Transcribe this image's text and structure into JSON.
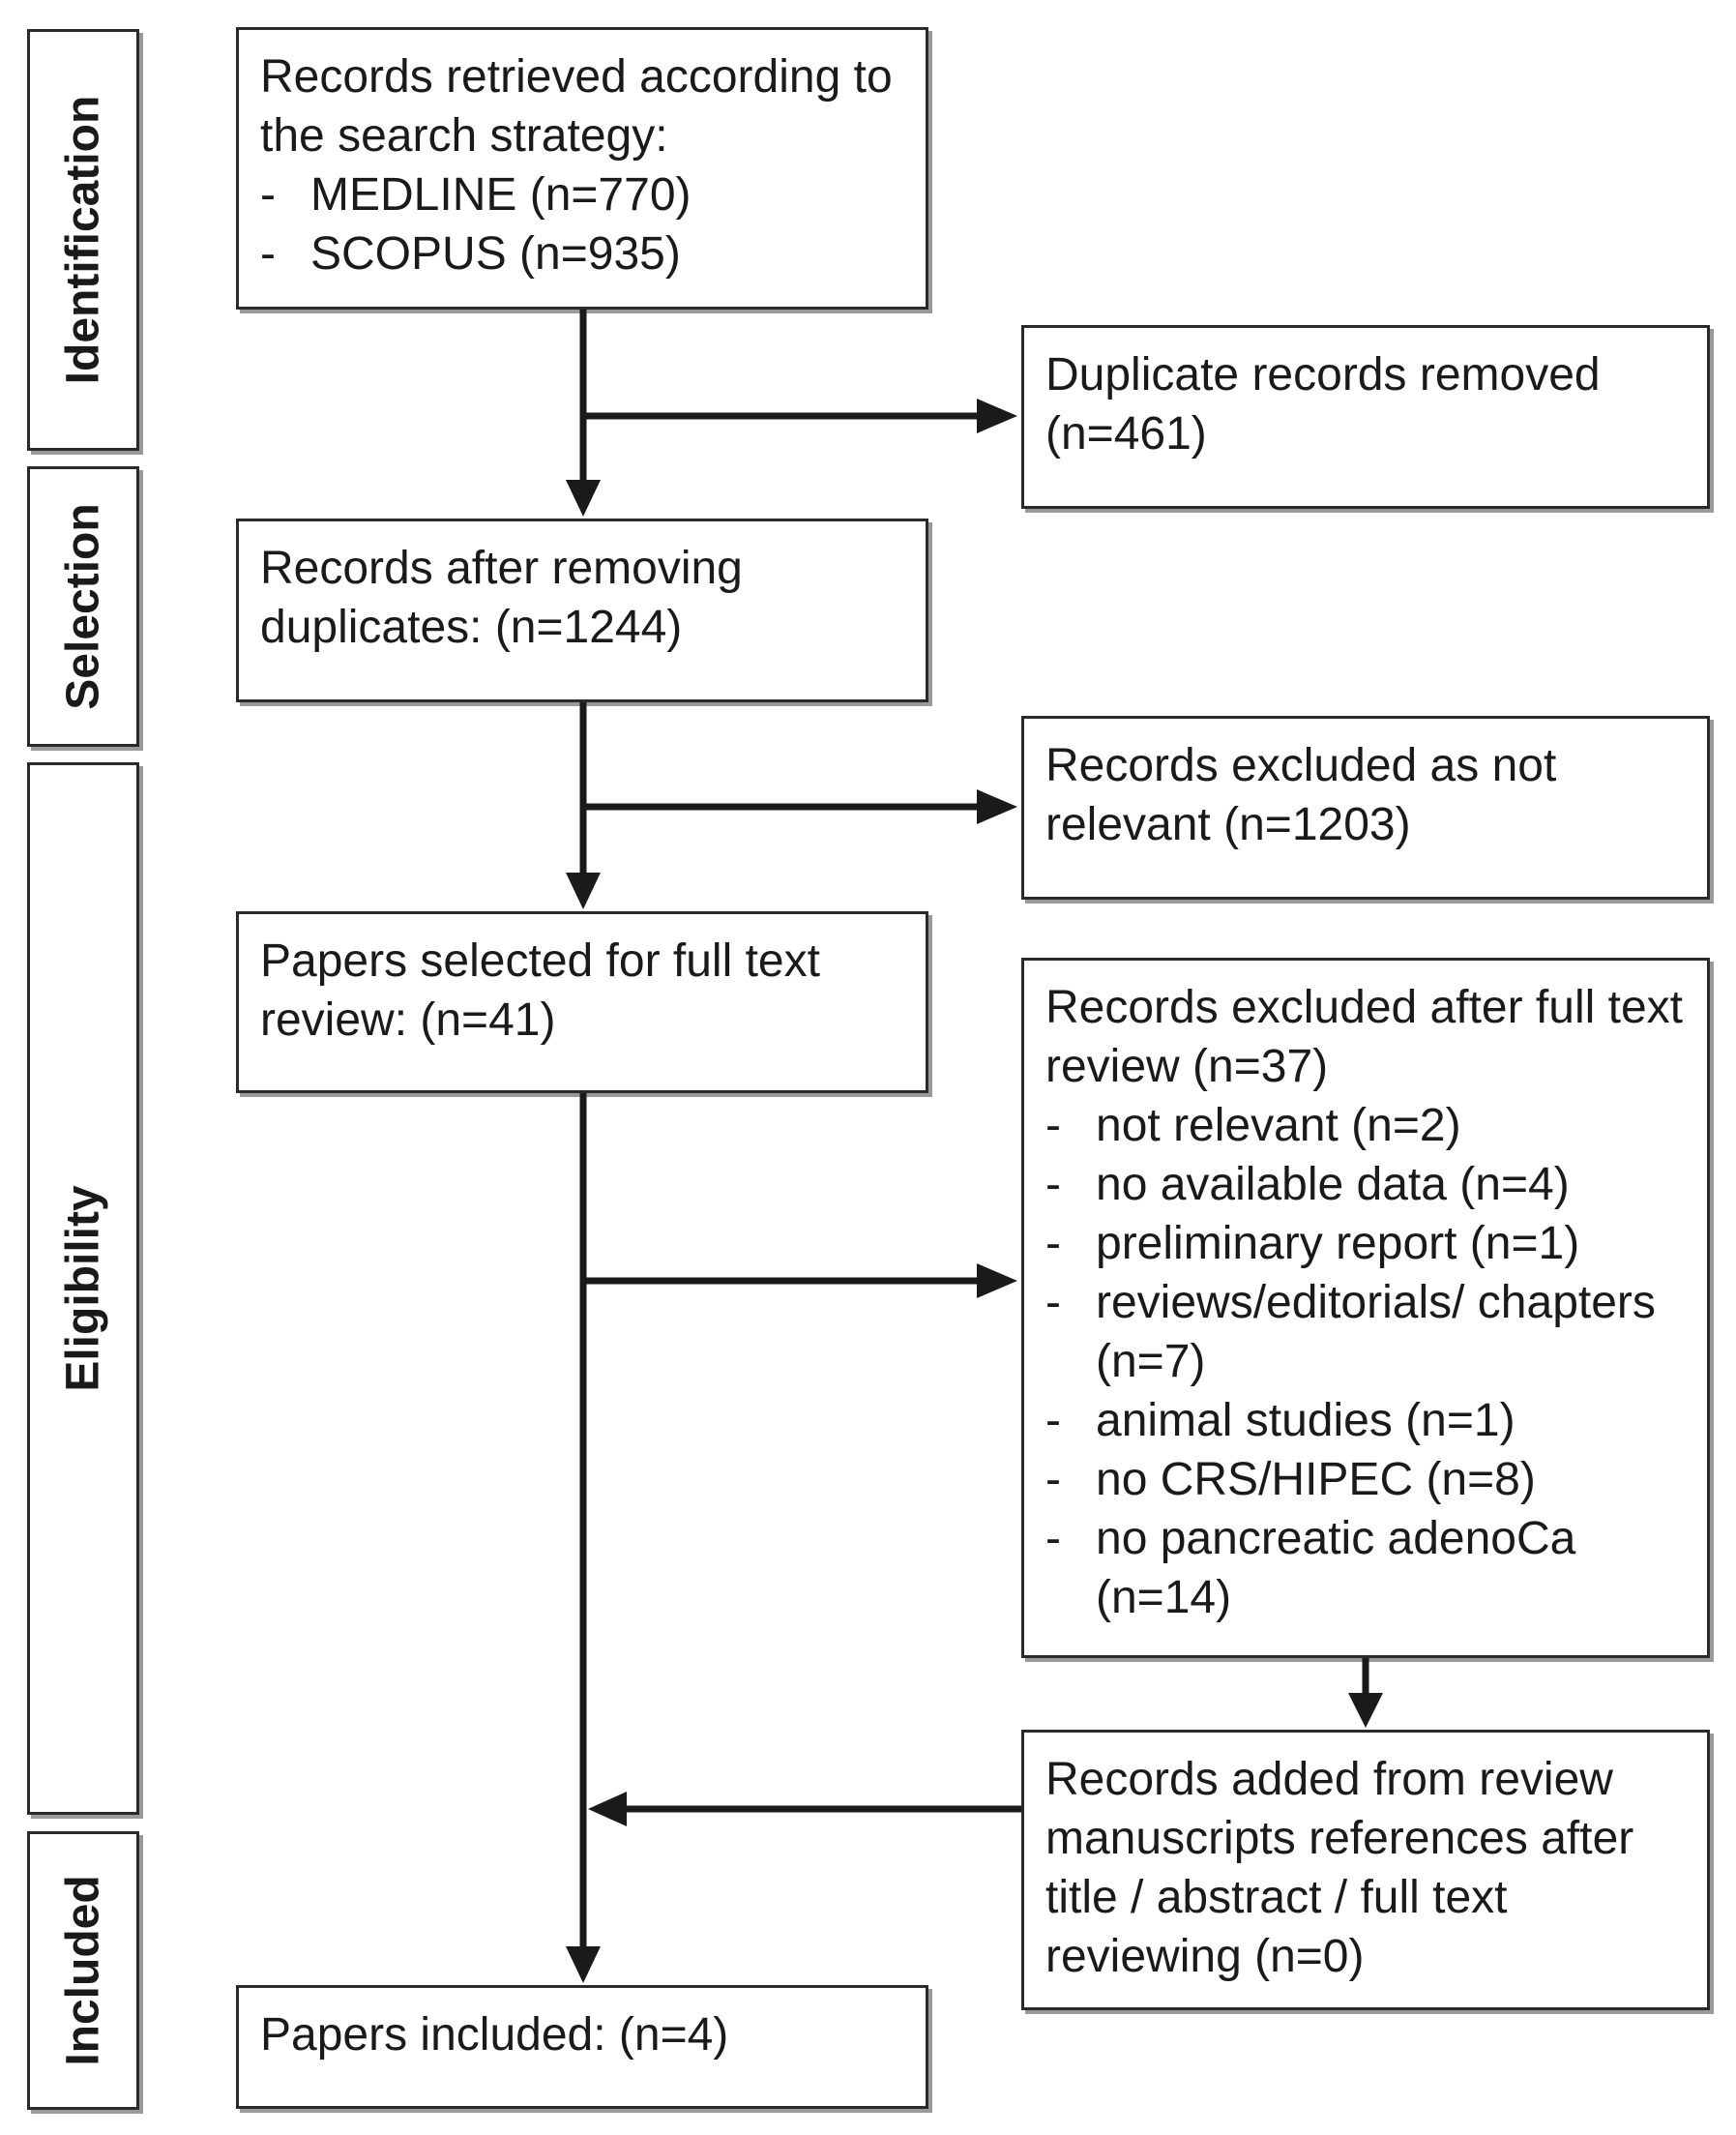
{
  "phases": {
    "identification": "Identification",
    "selection": "Selection",
    "eligibility": "Eligibility",
    "included": "Included"
  },
  "boxes": {
    "retrieved": {
      "text": "Records retrieved according to the search strategy:",
      "items": [
        "MEDLINE (n=770)",
        "SCOPUS (n=935)"
      ]
    },
    "duplicates_removed": {
      "text": "Duplicate records removed (n=461)"
    },
    "after_removing": {
      "text": "Records after removing duplicates: (n=1244)"
    },
    "excluded_not_relevant": {
      "text": "Records excluded as not relevant (n=1203)"
    },
    "full_text_selected": {
      "text": "Papers selected for full text review: (n=41)"
    },
    "excluded_full_text": {
      "text": "Records excluded after full text review (n=37)",
      "items": [
        "not relevant (n=2)",
        "no available data (n=4)",
        "preliminary report (n=1)",
        "reviews/editorials/ chapters (n=7)",
        "animal studies (n=1)",
        "no CRS/HIPEC (n=8)",
        "no pancreatic adenoCa (n=14)"
      ]
    },
    "added_from_references": {
      "text": "Records added from review manuscripts references after title / abstract / full text reviewing (n=0)"
    },
    "included": {
      "text": "Papers included: (n=4)"
    }
  },
  "dash_symbol": "-"
}
